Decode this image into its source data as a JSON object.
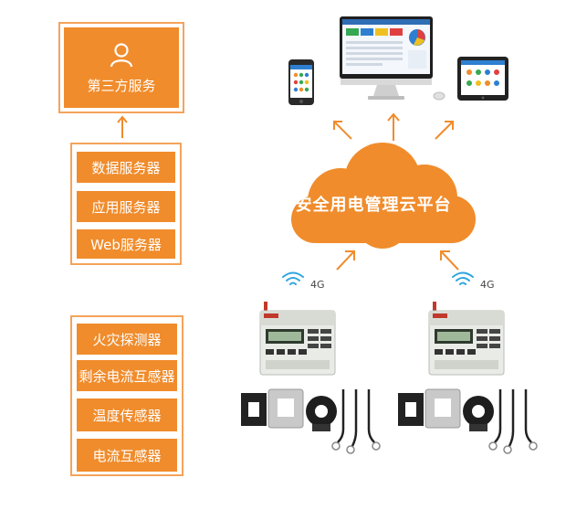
{
  "third_party": {
    "label": "第三方服务"
  },
  "servers": [
    {
      "label": "数据服务器"
    },
    {
      "label": "应用服务器"
    },
    {
      "label": "Web服务器"
    }
  ],
  "sensors": [
    {
      "label": "火灾探测器"
    },
    {
      "label": "剩余电流互感器"
    },
    {
      "label": "温度传感器"
    },
    {
      "label": "电流互感器"
    }
  ],
  "cloud": {
    "label": "安全用电管理云平台"
  },
  "network": [
    {
      "label": "4G"
    },
    {
      "label": "4G"
    }
  ],
  "colors": {
    "accent": "#f08c2c",
    "frame": "#f5a35a",
    "arrow": "#f08c2c"
  }
}
